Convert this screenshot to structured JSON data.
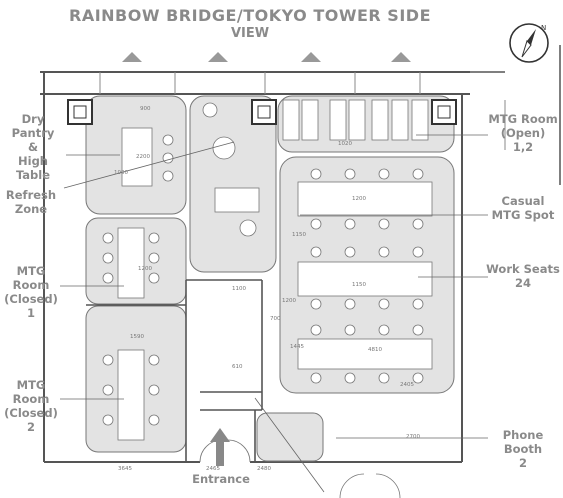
{
  "header": {
    "line1": "RAINBOW BRIDGE/TOKYO TOWER   SIDE",
    "line2": "VIEW"
  },
  "compass": {
    "north": "N"
  },
  "labels": {
    "dry_pantry": [
      "Dry Pantry",
      "&",
      "High Table"
    ],
    "refresh_zone": [
      "Refresh",
      "Zone"
    ],
    "mtg_closed_1": [
      "MTG Room",
      "(Closed)",
      "1"
    ],
    "mtg_closed_2": [
      "MTG Room",
      "(Closed)",
      "2"
    ],
    "mtg_open": [
      "MTG Room",
      "(Open)",
      "1,2"
    ],
    "casual_mtg": [
      "Casual",
      "MTG Spot"
    ],
    "work_seats": [
      "Work Seats",
      "24"
    ],
    "phone_booth": [
      "Phone Booth",
      "2"
    ],
    "entrance": "Entrance"
  },
  "colors": {
    "label": "#8a8a8a",
    "zone_fill": "#e3e3e3",
    "wall": "#555555",
    "arrow": "#999999"
  },
  "dimensions": {
    "d1": "2200",
    "d2": "900",
    "d3": "1000",
    "d4": "1020",
    "d5": "3645",
    "d6": "2465",
    "d7": "2480",
    "d8": "4810",
    "d9": "2700",
    "d10": "1150",
    "d11": "1200",
    "d12": "1150",
    "d13": "2405",
    "d14": "700",
    "d15": "1445",
    "d16": "1200",
    "d17": "1200",
    "d18": "610",
    "d19": "1100",
    "d20": "1590"
  }
}
